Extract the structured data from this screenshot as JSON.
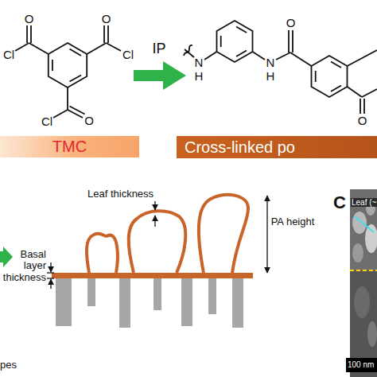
{
  "diagram": {
    "nodes": [
      {
        "text": [
          "TMC"
        ]
      },
      {
        "text": [
          "Cross-linked po"
        ]
      }
    ],
    "labels": [
      "O",
      "Cl",
      "O",
      "Cl",
      "O",
      "Cl",
      "IP",
      "N",
      "H",
      "N",
      "H",
      "O",
      "O",
      "Leaf thickness",
      "Basal layer thickness",
      "PA height",
      "C",
      "Leaf (~",
      "100 nm",
      "pes"
    ]
  }
}
